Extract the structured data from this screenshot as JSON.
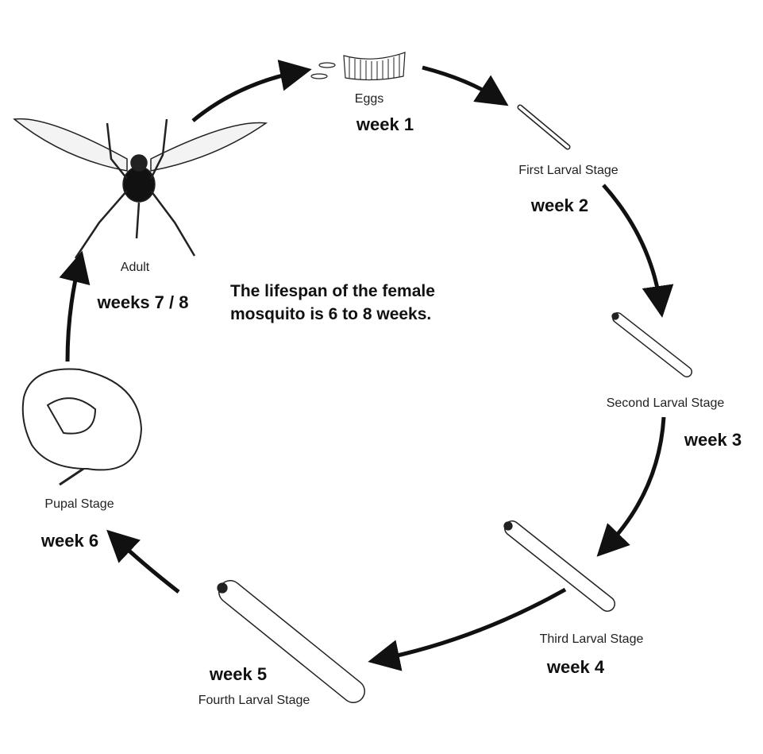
{
  "stages": [
    {
      "label": "Eggs",
      "week": "week 1"
    },
    {
      "label": "First Larval Stage",
      "week": "week 2"
    },
    {
      "label": "Second Larval Stage",
      "week": "week 3"
    },
    {
      "label": "Third Larval Stage",
      "week": "week 4"
    },
    {
      "label": "Fourth Larval Stage",
      "week": "week 5"
    },
    {
      "label": "Pupal Stage",
      "week": "week 6"
    },
    {
      "label": "Adult",
      "week": "weeks 7 / 8"
    }
  ],
  "note": {
    "line1": "The lifespan of the female",
    "line2": "mosquito is 6 to 8 weeks."
  }
}
